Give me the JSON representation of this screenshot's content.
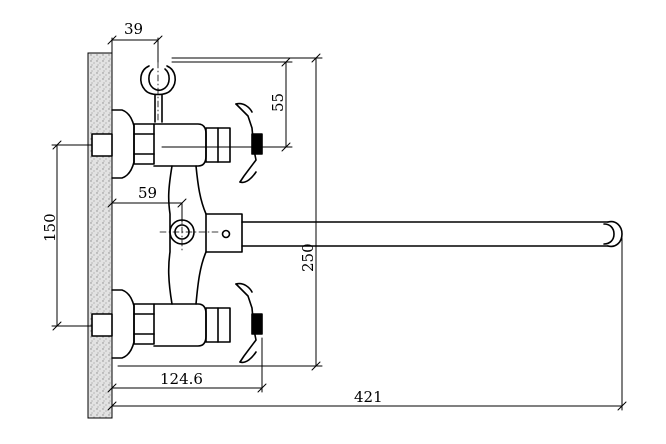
{
  "dimensions": {
    "holder_offset": "39",
    "holder_height": "55",
    "outlet_offset": "59",
    "inlet_spacing": "150",
    "overall_height": "250",
    "handle_depth": "124.6",
    "spout_reach": "421"
  },
  "colors": {
    "line": "#000000",
    "wall_fill": "#d9d9d9",
    "background": "#ffffff"
  }
}
